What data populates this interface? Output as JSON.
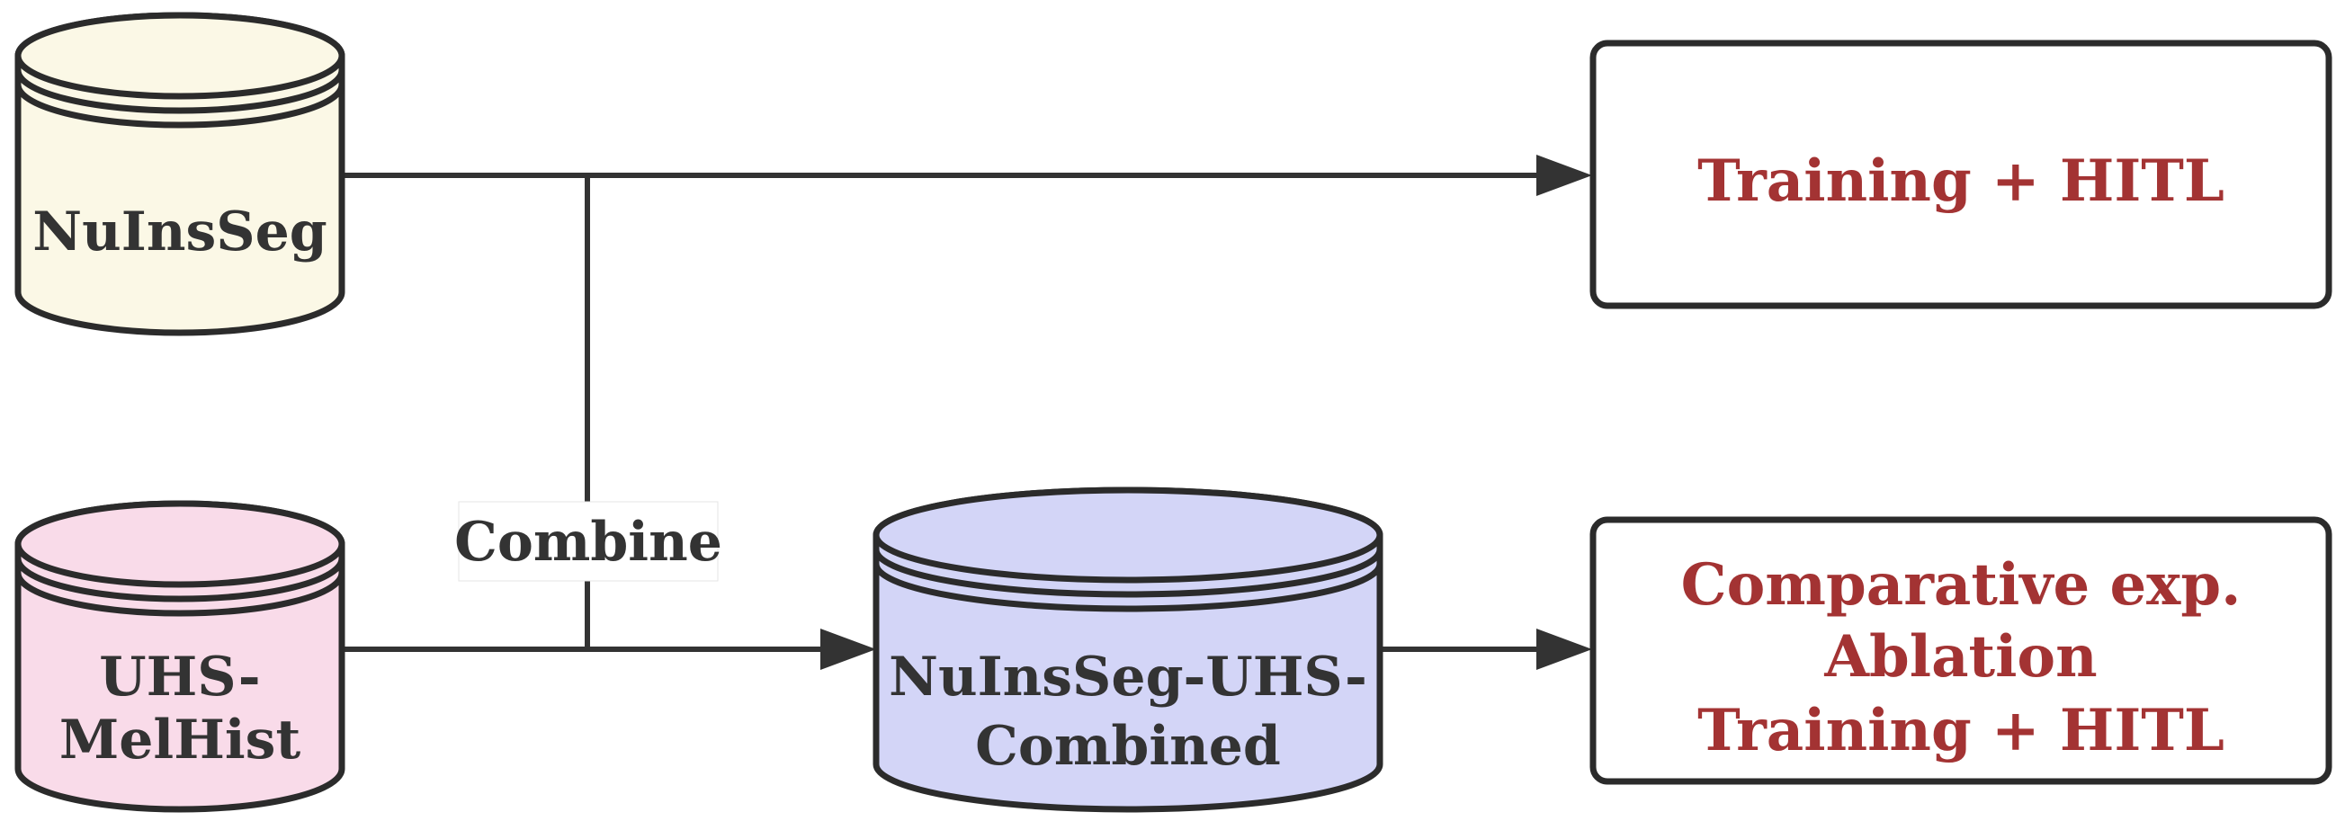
{
  "nodes": {
    "nuinsseg": {
      "label": "NuInsSeg",
      "fill": "#fbf8e6"
    },
    "uhs_melhist": {
      "label_lines": [
        "UHS-",
        "MelHist"
      ],
      "fill": "#f9dbe9"
    },
    "combined": {
      "label_lines": [
        "NuInsSeg-UHS-",
        "Combined"
      ],
      "fill": "#d3d5f7"
    },
    "training_box": {
      "label": "Training + HITL"
    },
    "comparative_box": {
      "label_lines": [
        "Comparative exp.",
        "Ablation",
        "Training + HITL"
      ]
    }
  },
  "edge_labels": {
    "combine": "Combine"
  },
  "colors": {
    "outline": "#2b2b2b",
    "edge": "#333333",
    "box_text": "#a33333",
    "db_text": "#333333"
  }
}
